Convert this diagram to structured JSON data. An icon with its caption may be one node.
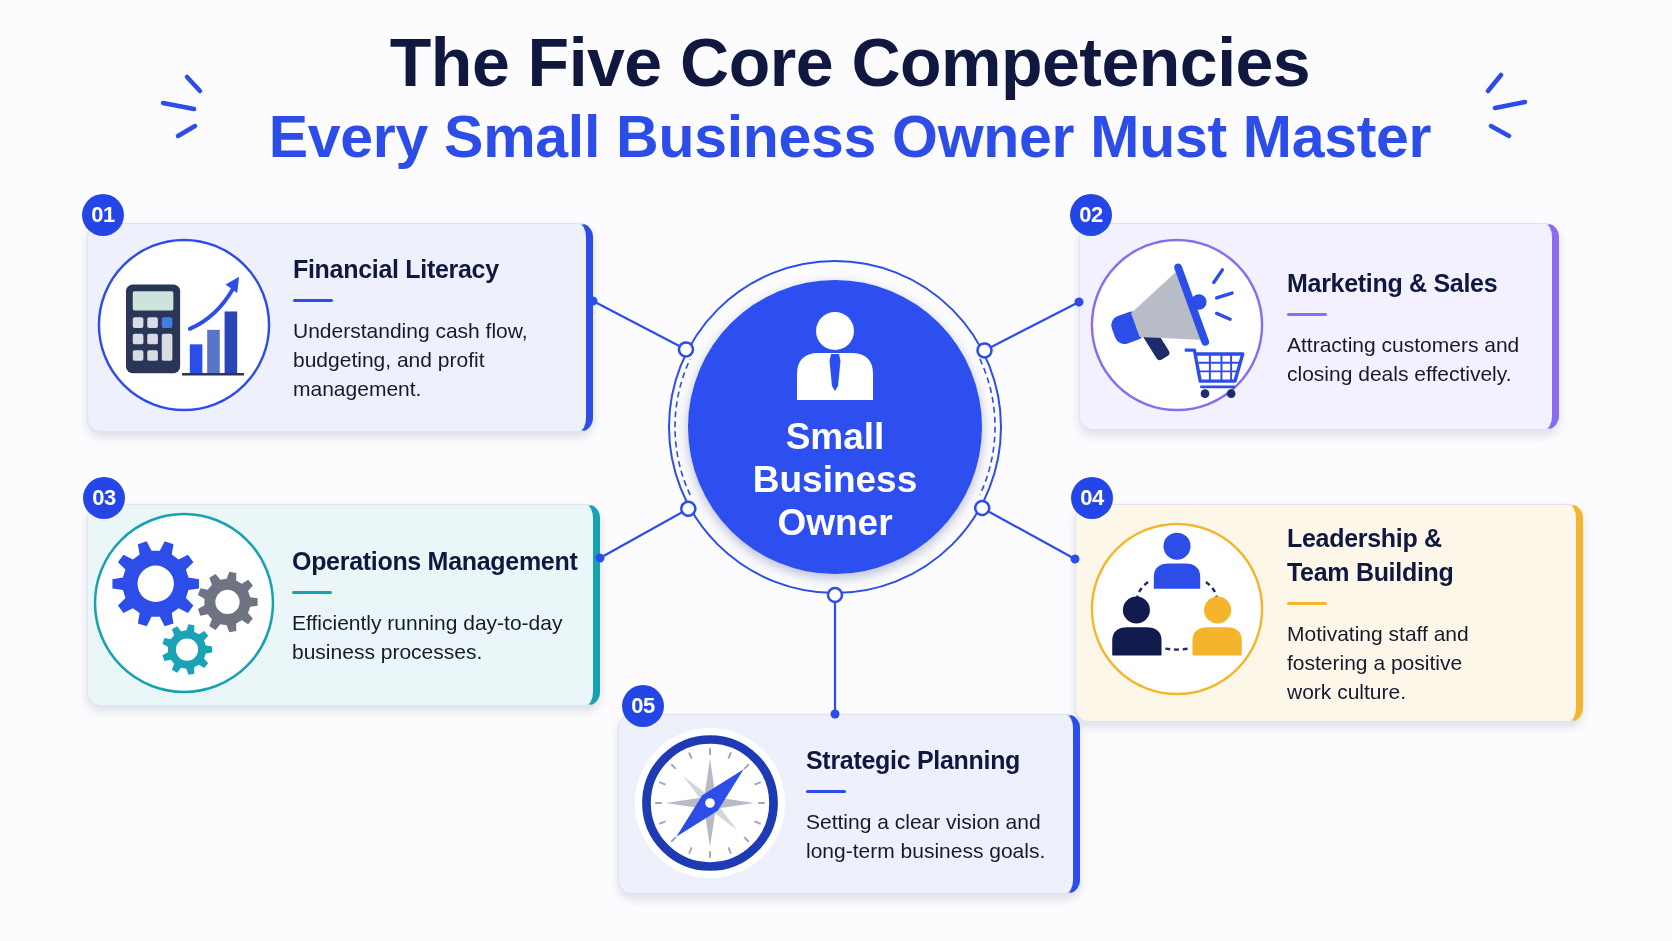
{
  "diagram": {
    "title": "The Five Core Competencies Every Small Business Owner Must Master",
    "nodes": [
      {
        "text": [
          "Financial Literacy",
          "Understanding cash flow, budgeting, and profit management."
        ],
        "beside": [
          "01"
        ]
      },
      {
        "text": [
          "Marketing & Sales",
          "Attracting customers and closing deals effectively."
        ],
        "beside": [
          "02"
        ]
      },
      {
        "text": [
          "Small Business Owner"
        ]
      },
      {
        "text": [
          "Operations Management",
          "Efficiently running day-to-day business processes."
        ],
        "beside": [
          "03"
        ]
      },
      {
        "text": [
          "Leadership & Team Building",
          "Motivating staff and fostering a positive work culture."
        ],
        "beside": [
          "04"
        ]
      },
      {
        "text": [
          "Strategic Planning",
          "Setting a clear vision and long-term business goals."
        ],
        "beside": [
          "05"
        ]
      }
    ],
    "edges": [
      {
        "from": 2,
        "to": 0,
        "arrow": "other"
      },
      {
        "from": 2,
        "to": 1,
        "arrow": "other"
      },
      {
        "from": 2,
        "to": 3,
        "arrow": "other"
      },
      {
        "from": 2,
        "to": 4,
        "arrow": "other"
      },
      {
        "from": 2,
        "to": 5,
        "arrow": "other"
      }
    ]
  }
}
